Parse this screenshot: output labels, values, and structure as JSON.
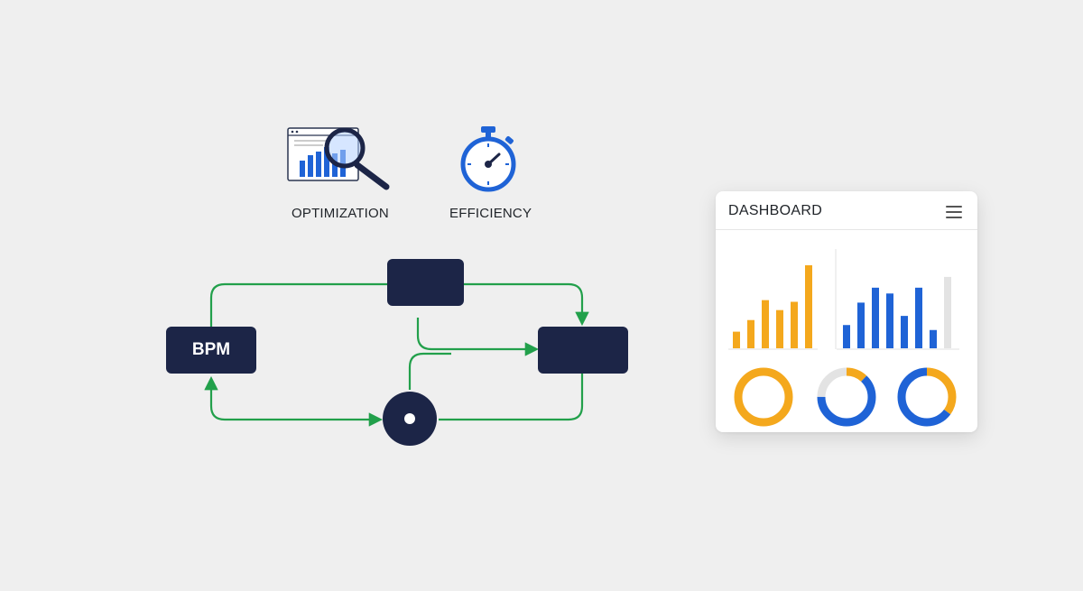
{
  "features": [
    {
      "label": "OPTIMIZATION",
      "icon": "magnifier-on-bar-chart-icon"
    },
    {
      "label": "EFFICIENCY",
      "icon": "stopwatch-icon"
    }
  ],
  "flow": {
    "start_node_label": "BPM",
    "connector_color": "#22a04b",
    "node_color": "#1c2547"
  },
  "dashboard": {
    "title": "DASHBOARD",
    "menu_icon": "hamburger-menu-icon",
    "bar_charts": [
      {
        "color": "#f4a81d",
        "values": [
          0.2,
          0.34,
          0.58,
          0.46,
          0.56,
          1.0
        ]
      },
      {
        "colors": [
          "#1f63d6",
          "#1f63d6",
          "#1f63d6",
          "#1f63d6",
          "#1f63d6",
          "#1f63d6",
          "#1f63d6",
          "#e3e3e3"
        ],
        "values": [
          0.28,
          0.55,
          0.73,
          0.66,
          0.39,
          0.73,
          0.22,
          0.86
        ]
      }
    ],
    "donuts": [
      {
        "segments": [
          {
            "fraction": 1.0,
            "color": "#f4a81d"
          }
        ]
      },
      {
        "segments": [
          {
            "fraction": 0.12,
            "color": "#f4a81d"
          },
          {
            "fraction": 0.63,
            "color": "#1f63d6"
          },
          {
            "fraction": 0.25,
            "color": "#e3e3e3"
          }
        ]
      },
      {
        "segments": [
          {
            "fraction": 0.35,
            "color": "#f4a81d"
          },
          {
            "fraction": 0.65,
            "color": "#1f63d6"
          }
        ]
      }
    ]
  }
}
